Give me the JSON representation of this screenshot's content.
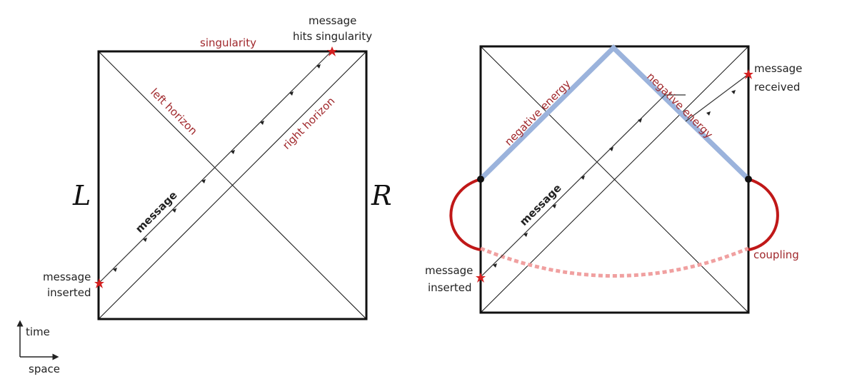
{
  "left_diagram": {
    "top_label": "singularity",
    "left_horizon": "left horizon",
    "right_horizon": "right horizon",
    "side_left": "L",
    "side_right": "R",
    "message": "message",
    "insert_line1": "message",
    "insert_line2": "inserted",
    "hit_line1": "message",
    "hit_line2": "hits singularity"
  },
  "right_diagram": {
    "neg_left": "negative energy",
    "neg_right": "negative energy",
    "message": "message",
    "insert_line1": "message",
    "insert_line2": "inserted",
    "recv_line1": "message",
    "recv_line2": "received",
    "coupling": "coupling"
  },
  "axes": {
    "time": "time",
    "space": "space"
  },
  "colors": {
    "label_red": "#a0282c",
    "coupling_red": "#c01818",
    "negative_energy_blue": "#9bb3dc"
  }
}
